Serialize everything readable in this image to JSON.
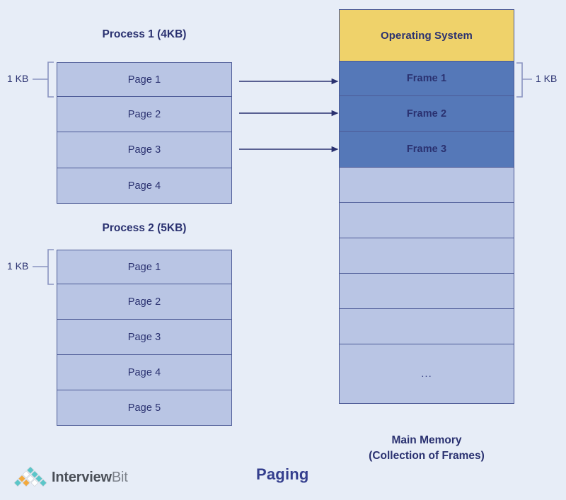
{
  "title": "Paging",
  "colors": {
    "background": "#e7edf7",
    "page_fill": "#b9c5e4",
    "frame_used_fill": "#5578b8",
    "frame_free_fill": "#b9c5e4",
    "os_fill": "#efd26a",
    "border": "#4c5a96",
    "text": "#2a3170",
    "arrow": "#2a3170"
  },
  "process1": {
    "heading": "Process 1 (4KB)",
    "size_label": "1 KB",
    "pages": [
      {
        "label": "Page 1"
      },
      {
        "label": "Page 2"
      },
      {
        "label": "Page 3"
      },
      {
        "label": "Page 4"
      }
    ]
  },
  "process2": {
    "heading": "Process 2 (5KB)",
    "size_label": "1 KB",
    "pages": [
      {
        "label": "Page 1"
      },
      {
        "label": "Page 2"
      },
      {
        "label": "Page 3"
      },
      {
        "label": "Page 4"
      },
      {
        "label": "Page 5"
      }
    ]
  },
  "memory": {
    "size_label": "1 KB",
    "caption_line1": "Main Memory",
    "caption_line2": "(Collection of Frames)",
    "rows": [
      {
        "label": "Operating System",
        "kind": "os"
      },
      {
        "label": "Frame 1",
        "kind": "frame-used"
      },
      {
        "label": "Frame 2",
        "kind": "frame-used"
      },
      {
        "label": "Frame 3",
        "kind": "frame-used"
      },
      {
        "label": "",
        "kind": "frame-free"
      },
      {
        "label": "",
        "kind": "frame-free"
      },
      {
        "label": "",
        "kind": "frame-free"
      },
      {
        "label": "",
        "kind": "frame-free"
      },
      {
        "label": "",
        "kind": "frame-free"
      },
      {
        "label": "...",
        "kind": "ellipsis"
      }
    ]
  },
  "mappings": [
    {
      "from": "Page 1",
      "to": "Frame 1"
    },
    {
      "from": "Page 2",
      "to": "Frame 2"
    },
    {
      "from": "Page 3",
      "to": "Frame 3"
    }
  ],
  "logo": {
    "name_bold": "Interview",
    "name_light": "Bit",
    "diamond_colors": [
      "#5bc6c9",
      "#f3a93c",
      "#ffffff"
    ]
  }
}
